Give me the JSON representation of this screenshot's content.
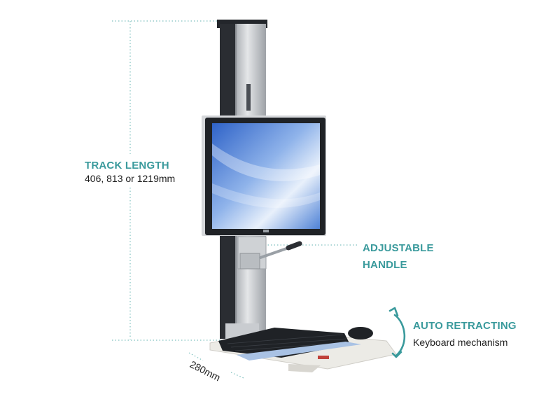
{
  "colors": {
    "accent": "#3a9a9c",
    "dotted": "#7fc1bf",
    "text": "#1d1d1d",
    "frame": "#23262b",
    "aluminium": "#c9ccd0",
    "tray": "#ecebe6",
    "wrist_pad": "#a9c2e4"
  },
  "callouts": {
    "track_length": {
      "title": "TRACK LENGTH",
      "detail": "406, 813 or 1219mm"
    },
    "handle": {
      "title": "ADJUSTABLE HANDLE"
    },
    "keyboard": {
      "title": "AUTO RETRACTING",
      "detail": "Keyboard mechanism"
    },
    "depth": {
      "value": "280mm"
    }
  },
  "icons": {
    "retract_arrow": "curved-double-arrow-icon"
  }
}
